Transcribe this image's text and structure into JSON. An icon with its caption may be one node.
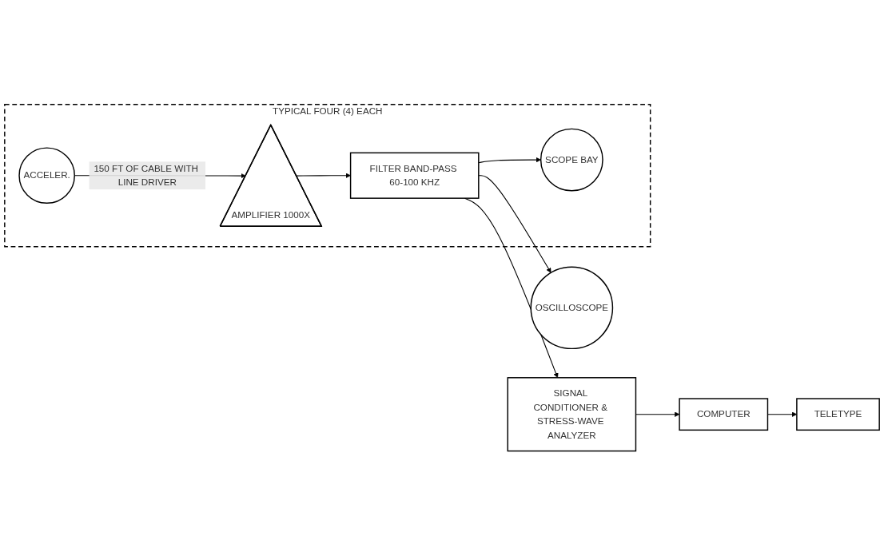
{
  "diagram": {
    "nodes": [
      {
        "text": [
          "TYPICAL FOUR (4) EACH"
        ]
      },
      {
        "text": [
          "ACCELER."
        ],
        "in": 0
      },
      {
        "text": [
          "AMPLIFIER 1000X"
        ],
        "in": 0
      },
      {
        "text": [
          "FILTER BAND-PASS 60-100 KHZ"
        ],
        "in": 0
      },
      {
        "text": [
          "SCOPE BAY"
        ],
        "in": 0
      },
      {
        "text": [
          "OSCILLOSCOPE"
        ]
      },
      {
        "text": [
          "SIGNAL CONDITIONER & STRESS-WAVE ANALYZER"
        ]
      },
      {
        "text": [
          "COMPUTER"
        ]
      },
      {
        "text": [
          "TELETYPE"
        ]
      }
    ],
    "edges": [
      {
        "from": 1,
        "to": 2,
        "arrow": "to",
        "label": "150 FT OF CABLE WITH LINE DRIVER"
      },
      {
        "from": 2,
        "to": 3,
        "arrow": "to"
      },
      {
        "from": 3,
        "to": 5,
        "arrow": "to"
      },
      {
        "from": 3,
        "to": 4,
        "arrow": "to"
      },
      {
        "from": 3,
        "to": 6,
        "arrow": "to"
      },
      {
        "from": 6,
        "to": 7,
        "arrow": "to"
      },
      {
        "from": 7,
        "to": 8,
        "arrow": "to"
      }
    ]
  }
}
